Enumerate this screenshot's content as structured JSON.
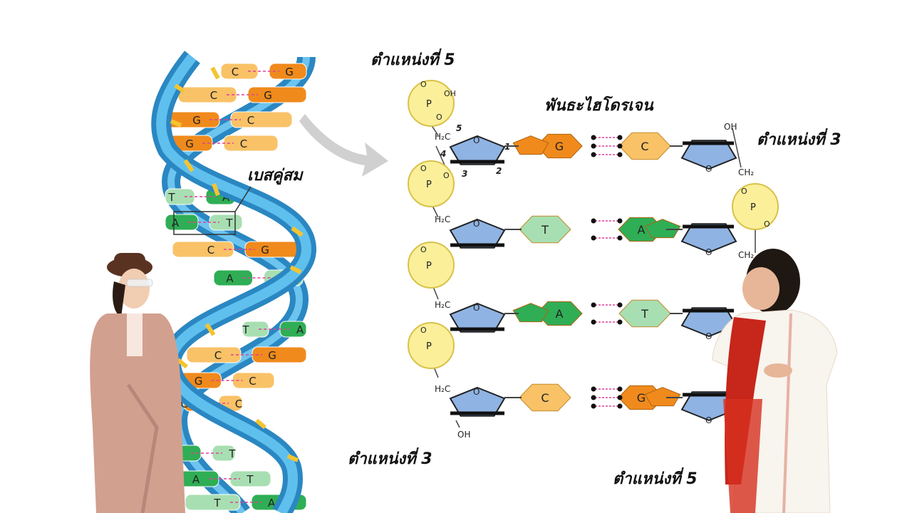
{
  "labels": {
    "pos5_top": "ตำแหน่งที่ 5",
    "pos3_right": "ตำแหน่งที่ 3",
    "pos3_bottom": "ตำแหน่งที่ 3",
    "pos5_bottom": "ตำแหน่งที่ 5",
    "hydrogen_bond": "พันธะไฮโดรเจน",
    "base_pair": "เบสคู่สม"
  },
  "chem": {
    "phosphate_P": "P",
    "O": "O",
    "OH": "OH",
    "H2C": "H₂C",
    "CH2": "CH₂",
    "carbon_numbers": [
      "5",
      "4",
      "3",
      "2",
      "1"
    ]
  },
  "helix_pairs": [
    {
      "left": "C",
      "right": "G"
    },
    {
      "left": "C",
      "right": "G"
    },
    {
      "left": "G",
      "right": "C"
    },
    {
      "left": "G",
      "right": "C"
    },
    {
      "left": "T",
      "right": "A"
    },
    {
      "left": "A",
      "right": "T"
    },
    {
      "left": "C",
      "right": "G"
    },
    {
      "left": "A",
      "right": "T"
    },
    {
      "left": "T",
      "right": "A"
    },
    {
      "left": "C",
      "right": "G"
    },
    {
      "left": "G",
      "right": "C"
    },
    {
      "left": "G",
      "right": "C"
    },
    {
      "left": "A",
      "right": "T"
    },
    {
      "left": "A",
      "right": "T"
    },
    {
      "left": "T",
      "right": "A"
    }
  ],
  "ladder_pairs": [
    {
      "left": "G",
      "right": "C"
    },
    {
      "left": "T",
      "right": "A"
    },
    {
      "left": "A",
      "right": "T"
    },
    {
      "left": "C",
      "right": "G"
    }
  ],
  "colors": {
    "purine_G": "#f08a1c",
    "pyrimidine_C": "#f9c267",
    "purine_A": "#2fae55",
    "pyrimidine_T": "#a8dfb2",
    "sugar": "#8fb3e3",
    "phosphate": "#fbef9a",
    "helix_blue": "#3fa9de",
    "hbond": "#e0409a"
  }
}
